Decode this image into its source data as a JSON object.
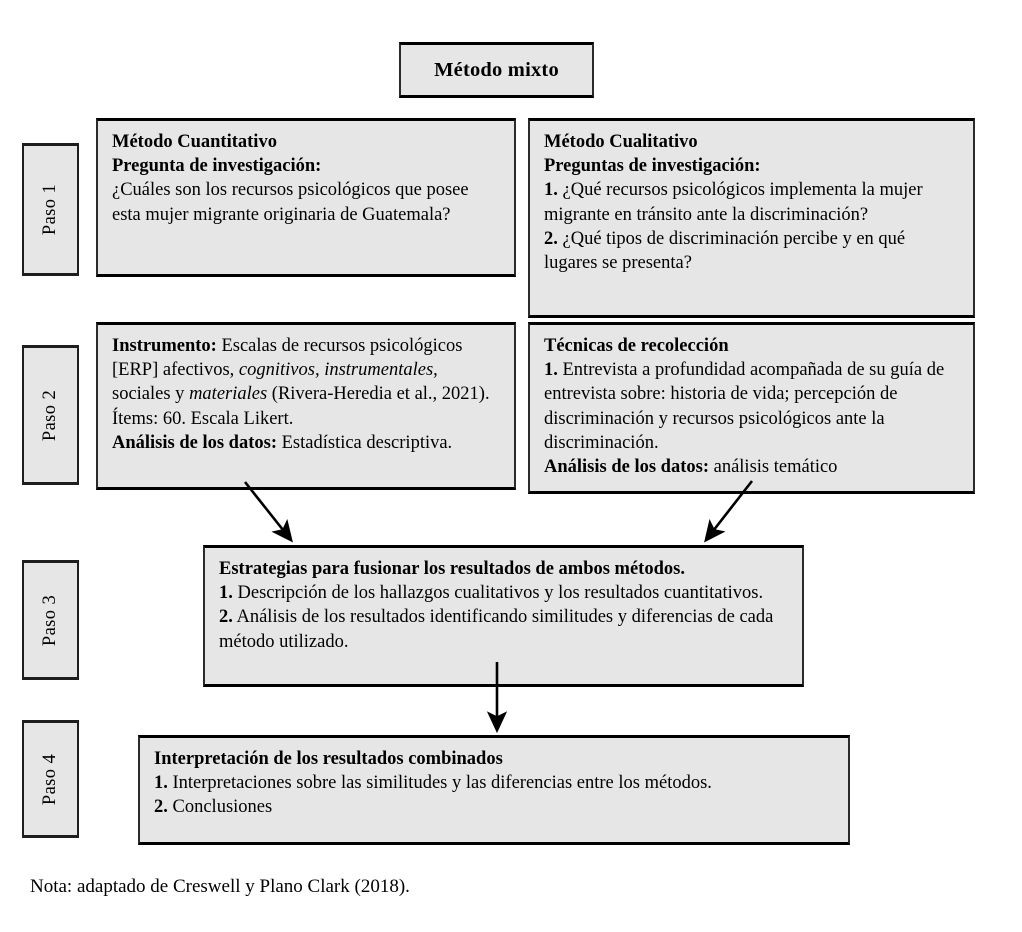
{
  "diagram": {
    "title": "Método mixto",
    "note": "Nota: adaptado de Creswell y Plano Clark (2018)."
  },
  "steps": {
    "paso1": "Paso 1",
    "paso2": "Paso 2",
    "paso3": "Paso 3",
    "paso4": "Paso 4"
  },
  "quantitative": {
    "heading": "Método Cuantitativo",
    "subheading": "Pregunta de investigación:",
    "question": "¿Cuáles son los recursos psicológicos que posee esta mujer migrante originaria de Guatemala?"
  },
  "qualitative": {
    "heading": "Método Cualitativo",
    "subheading": "Preguntas de investigación:",
    "q1_number": "1.",
    "q1_text": " ¿Qué recursos psicológicos implementa la mujer migrante en tránsito ante la discriminación?",
    "q2_number": "2.",
    "q2_text": " ¿Qué tipos de discriminación percibe y en qué lugares se presenta?"
  },
  "instrument": {
    "label": "Instrumento:",
    "text_part1": " Escalas de recursos psicológicos [ERP] afectivos, ",
    "italic1": "cognitivos, instrumentales",
    "text_part2": ", sociales y ",
    "italic2": "materiales",
    "text_part3": " (Rivera-Heredia et al., 2021). Ítems: 60. Escala Likert.",
    "analysis_label": "Análisis de los datos:",
    "analysis_text": " Estadística descriptiva."
  },
  "techniques": {
    "heading": "Técnicas de recolección",
    "item1_number": "1.",
    "item1_text": " Entrevista a profundidad acompañada de su guía de entrevista sobre: historia de vida; percepción de discriminación y recursos psicológicos ante la discriminación.",
    "analysis_label": "Análisis de los datos:",
    "analysis_text": " análisis temático"
  },
  "fusion": {
    "heading": "Estrategias para fusionar los resultados de ambos métodos.",
    "item1_number": "1.",
    "item1_text": " Descripción de los hallazgos cualitativos y los resultados cuantitativos.",
    "item2_number": "2.",
    "item2_text": " Análisis de los resultados identificando similitudes y diferencias de cada método utilizado."
  },
  "interpretation": {
    "heading": "Interpretación de los resultados combinados",
    "item1_number": "1.",
    "item1_text": " Interpretaciones sobre las similitudes y las diferencias entre los métodos.",
    "item2_number": "2.",
    "item2_text": " Conclusiones"
  },
  "icons": {
    "arrow_left_diagonal": "arrow-diagonal-down-right-icon",
    "arrow_right_diagonal": "arrow-diagonal-down-left-icon",
    "arrow_vertical": "arrow-down-icon"
  },
  "colors": {
    "box_fill": "#e6e6e6",
    "box_border": "#000000",
    "background": "#ffffff",
    "text": "#000000"
  }
}
